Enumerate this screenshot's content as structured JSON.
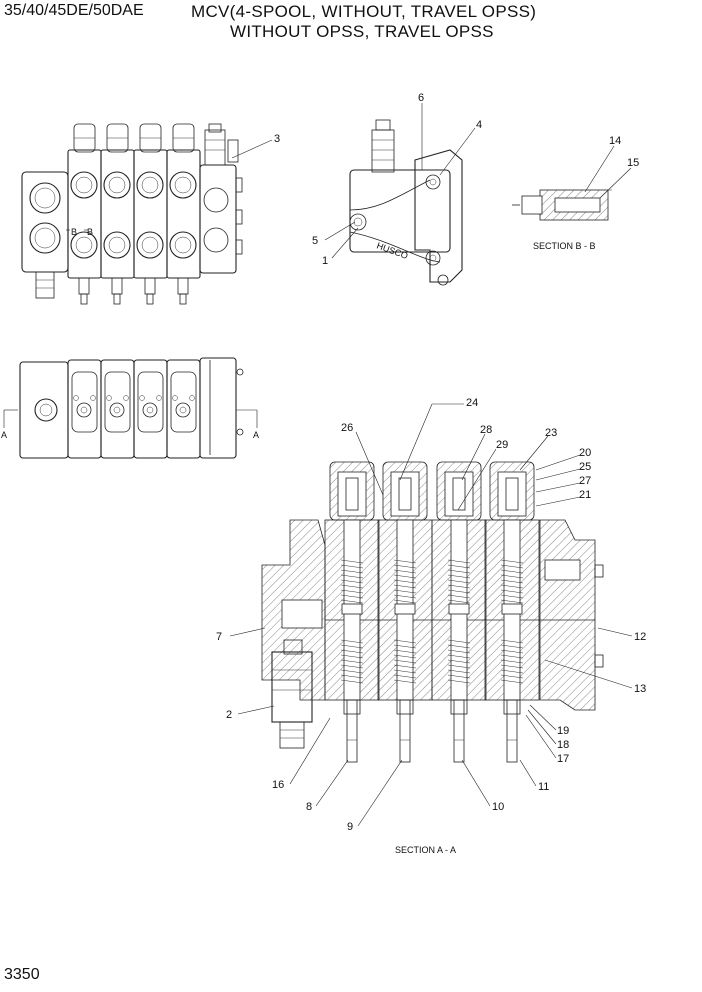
{
  "header": {
    "model": "35/40/45DE/50DAE",
    "title_line1": "MCV(4-SPOOL, WITHOUT, TRAVEL OPSS)",
    "title_line2": "WITHOUT OPSS, TRAVEL OPSS"
  },
  "page_number": "3350",
  "captions": {
    "section_bb": "SECTION B - B",
    "section_aa": "SECTION A - A",
    "mark_b1": "B",
    "mark_b2": "B",
    "mark_a_left": "A",
    "mark_a_right": "A",
    "stamp": "HUSCO"
  },
  "callouts": {
    "c1": "1",
    "c2": "2",
    "c3": "3",
    "c4": "4",
    "c5": "5",
    "c6": "6",
    "c7": "7",
    "c8": "8",
    "c9": "9",
    "c10": "10",
    "c11": "11",
    "c12": "12",
    "c13": "13",
    "c14": "14",
    "c15": "15",
    "c16": "16",
    "c17": "17",
    "c18": "18",
    "c19": "19",
    "c20": "20",
    "c21": "21",
    "c23": "23",
    "c24": "24",
    "c25": "25",
    "c26": "26",
    "c27": "27",
    "c28": "28",
    "c29": "29"
  }
}
